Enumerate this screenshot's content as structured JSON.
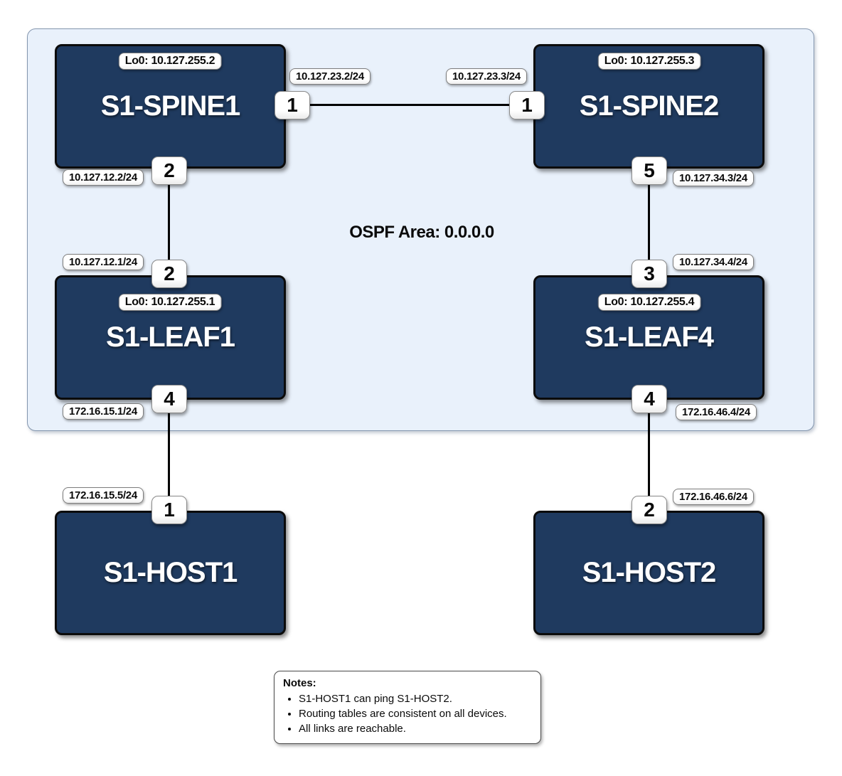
{
  "diagram": {
    "ospf_area_label": "OSPF Area: 0.0.0.0",
    "colors": {
      "device_fill": "#1F3A5F",
      "area_fill": "#E9F1FB",
      "area_border": "#8496AE",
      "link_color": "#000000",
      "pill_fill": "#FFFFFF"
    }
  },
  "devices": {
    "spine1": {
      "name": "S1-SPINE1",
      "loopback": "Lo0: 10.127.255.2"
    },
    "spine2": {
      "name": "S1-SPINE2",
      "loopback": "Lo0: 10.127.255.3"
    },
    "leaf1": {
      "name": "S1-LEAF1",
      "loopback": "Lo0: 10.127.255.1"
    },
    "leaf4": {
      "name": "S1-LEAF4",
      "loopback": "Lo0: 10.127.255.4"
    },
    "host1": {
      "name": "S1-HOST1"
    },
    "host2": {
      "name": "S1-HOST2"
    }
  },
  "ports": {
    "spine1_p1": "1",
    "spine1_p2": "2",
    "spine2_p1": "1",
    "spine2_p5": "5",
    "leaf1_p2": "2",
    "leaf1_p4": "4",
    "leaf4_p3": "3",
    "leaf4_p4": "4",
    "host1_p1": "1",
    "host2_p2": "2"
  },
  "ip_labels": {
    "spine1_p1": "10.127.23.2/24",
    "spine2_p1": "10.127.23.3/24",
    "spine1_p2": "10.127.12.2/24",
    "spine2_p5": "10.127.34.3/24",
    "leaf1_p2": "10.127.12.1/24",
    "leaf4_p3": "10.127.34.4/24",
    "leaf1_p4": "172.16.15.1/24",
    "leaf4_p4": "172.16.46.4/24",
    "host1_p1": "172.16.15.5/24",
    "host2_p2": "172.16.46.6/24"
  },
  "notes": {
    "title": "Notes:",
    "items": [
      "S1-HOST1 can ping S1-HOST2.",
      "Routing tables are consistent on all devices.",
      "All links are reachable."
    ]
  }
}
